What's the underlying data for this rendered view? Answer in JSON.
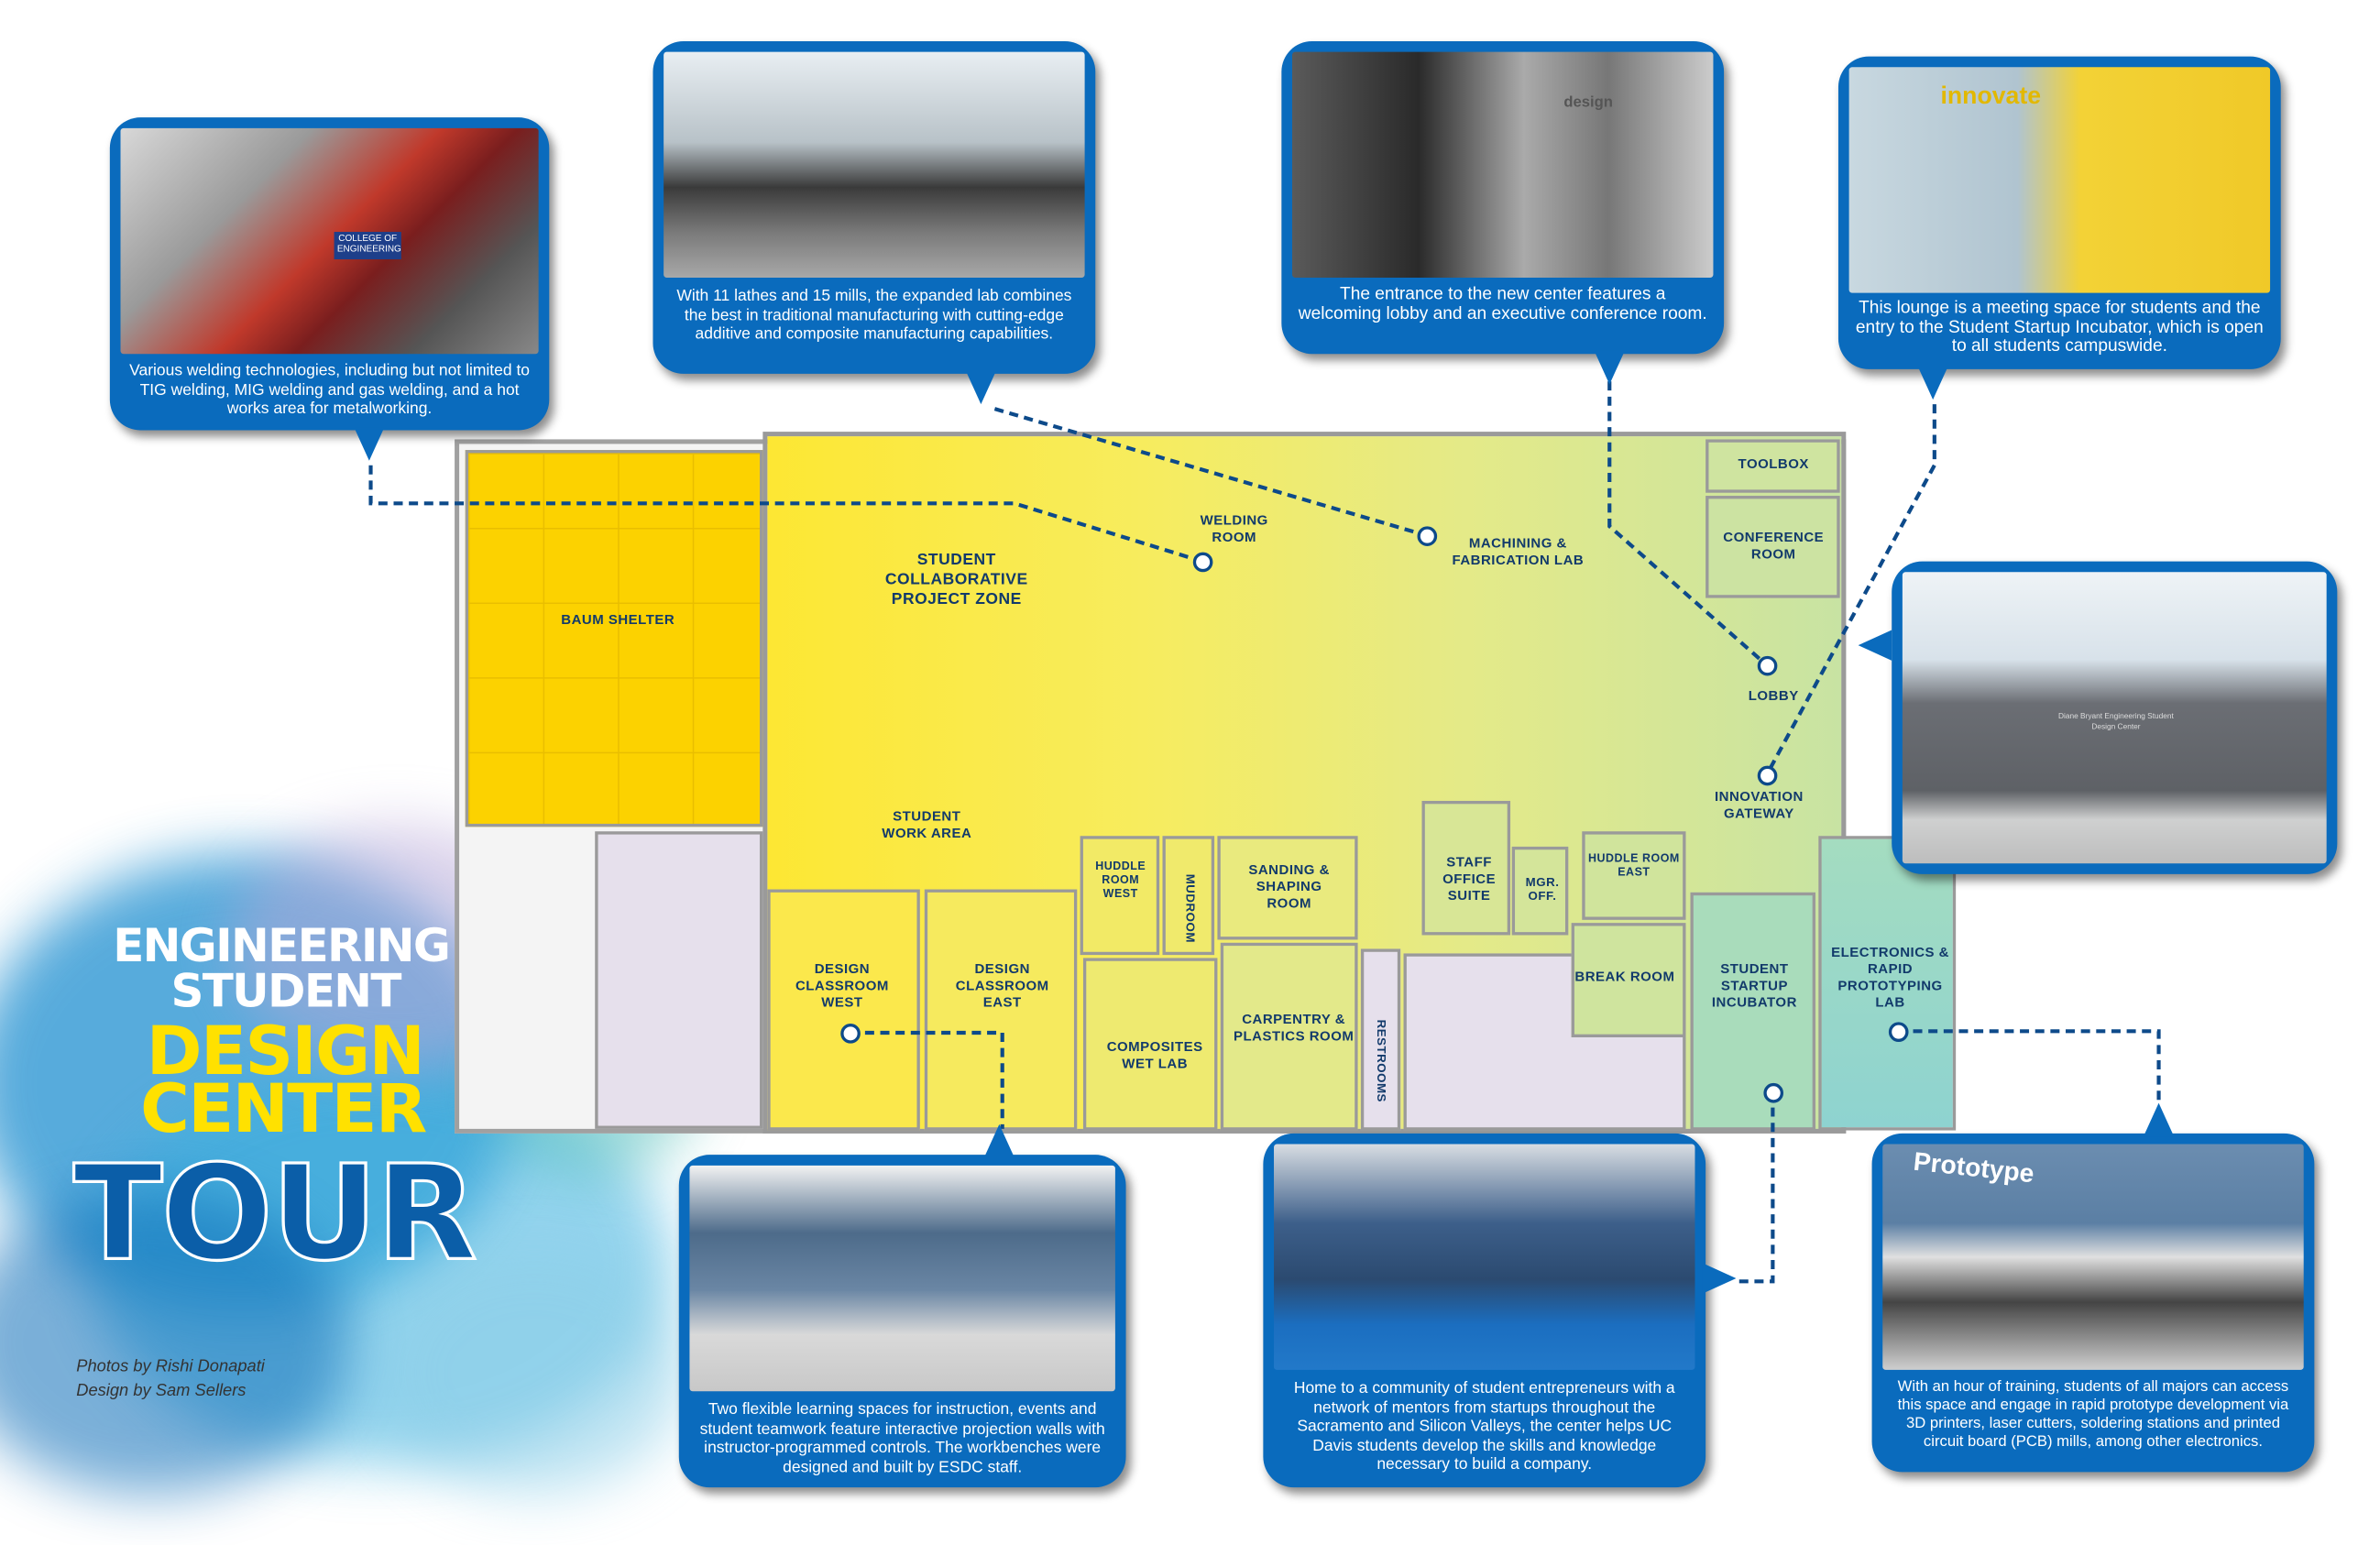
{
  "title": {
    "line1": "ENGINEERING",
    "line2": "STUDENT",
    "line3": "DESIGN",
    "line4": "CENTER",
    "line5": "TOUR"
  },
  "credits": {
    "photos": "Photos by Rishi Donapati",
    "design": "Design by Sam Sellers"
  },
  "callouts": [
    {
      "id": "welding",
      "text": "Various welding technologies, including but not limited to TIG welding, MIG welding and gas welding, and a hot works area for metalworking."
    },
    {
      "id": "machining",
      "text": "With 11 lathes and 15 mills, the expanded lab combines the best in traditional manufacturing with cutting-edge additive and composite manufacturing capabilities."
    },
    {
      "id": "entrance",
      "text": "The entrance to the new center features a welcoming lobby and an executive conference room."
    },
    {
      "id": "lounge",
      "text": "This lounge is a meeting space for students and the entry to the Student Startup Incubator, which is open to all students campuswide."
    },
    {
      "id": "exterior",
      "text": ""
    },
    {
      "id": "classroom",
      "text": "Two flexible learning spaces for instruction, events and student teamwork feature interactive projection walls with instructor-programmed controls. The workbenches were designed and built by ESDC staff."
    },
    {
      "id": "incubator",
      "text": "Home to a community of student entrepreneurs with a network of mentors from startups throughout the Sacramento and Silicon Valleys, the center helps UC Davis students develop the skills and knowledge necessary to build a company."
    },
    {
      "id": "prototype",
      "text": "With an hour of training, students of all majors can access this space and engage in rapid prototype development via 3D printers, laser cutters, soldering stations and printed circuit board (PCB) mills, among other electronics."
    }
  ],
  "photo_signs": {
    "welding": "COLLEGE OF ENGINEERING",
    "entrance": "design",
    "lounge": "innovate",
    "exterior": "Diane Bryant Engineering Student Design Center",
    "prototype": "Prototype"
  },
  "rooms": {
    "baum": "BAUM SHELTER",
    "collab": "STUDENT COLLABORATIVE PROJECT ZONE",
    "welding": "WELDING ROOM",
    "machining": "MACHINING & FABRICATION LAB",
    "toolbox": "TOOLBOX",
    "conference": "CONFERENCE ROOM",
    "lobby": "LOBBY",
    "gateway": "INNOVATION GATEWAY",
    "workarea": "STUDENT WORK AREA",
    "huddle_west": "HUDDLE ROOM WEST",
    "mudroom": "MUDROOM",
    "sanding": "SANDING & SHAPING ROOM",
    "staff": "STAFF OFFICE SUITE",
    "mgr": "MGR. OFF.",
    "huddle_east": "HUDDLE ROOM EAST",
    "break": "BREAK ROOM",
    "incubator": "STUDENT STARTUP INCUBATOR",
    "electronics": "ELECTRONICS & RAPID PROTOTYPING LAB",
    "class_west": "DESIGN CLASSROOM WEST",
    "class_east": "DESIGN CLASSROOM EAST",
    "composites": "COMPOSITES WET LAB",
    "carpentry": "CARPENTRY & PLASTICS ROOM",
    "restrooms": "RESTROOMS"
  },
  "colors": {
    "callout": "#0a6bbd",
    "route": "#0d4a8a",
    "yellow": "#fcd200",
    "green": "#c9e3a3",
    "teal": "#8fd3cf"
  }
}
